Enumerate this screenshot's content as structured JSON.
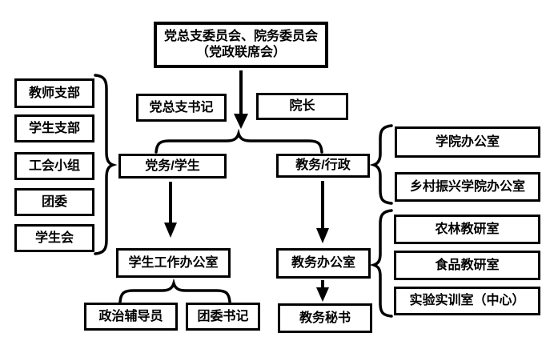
{
  "diagram": {
    "background": "#ffffff",
    "line_color": "#000000",
    "text_color": "#000000",
    "nodes": {
      "joint_committee_line1": "党总支委员会、院务委员会",
      "joint_committee_line2": "（党政联席会）",
      "party_branch_secretary": "党总支书记",
      "dean": "院长",
      "party_student": "党务/学生",
      "academic_admin": "教务/行政",
      "student_affairs_office": "学生工作办公室",
      "academic_affairs_office": "教务办公室",
      "political_instructor": "政治辅导员",
      "youth_league_secretary": "团委书记",
      "academic_secretary": "教务秘书",
      "left_group": [
        "教师支部",
        "学生支部",
        "工会小组",
        "团委",
        "学生会"
      ],
      "right_office_group": [
        "学院办公室",
        "乡村振兴学院办公室"
      ],
      "right_teaching_group": [
        "农林教研室",
        "食品教研室",
        "实验实训室（中心）"
      ]
    }
  }
}
